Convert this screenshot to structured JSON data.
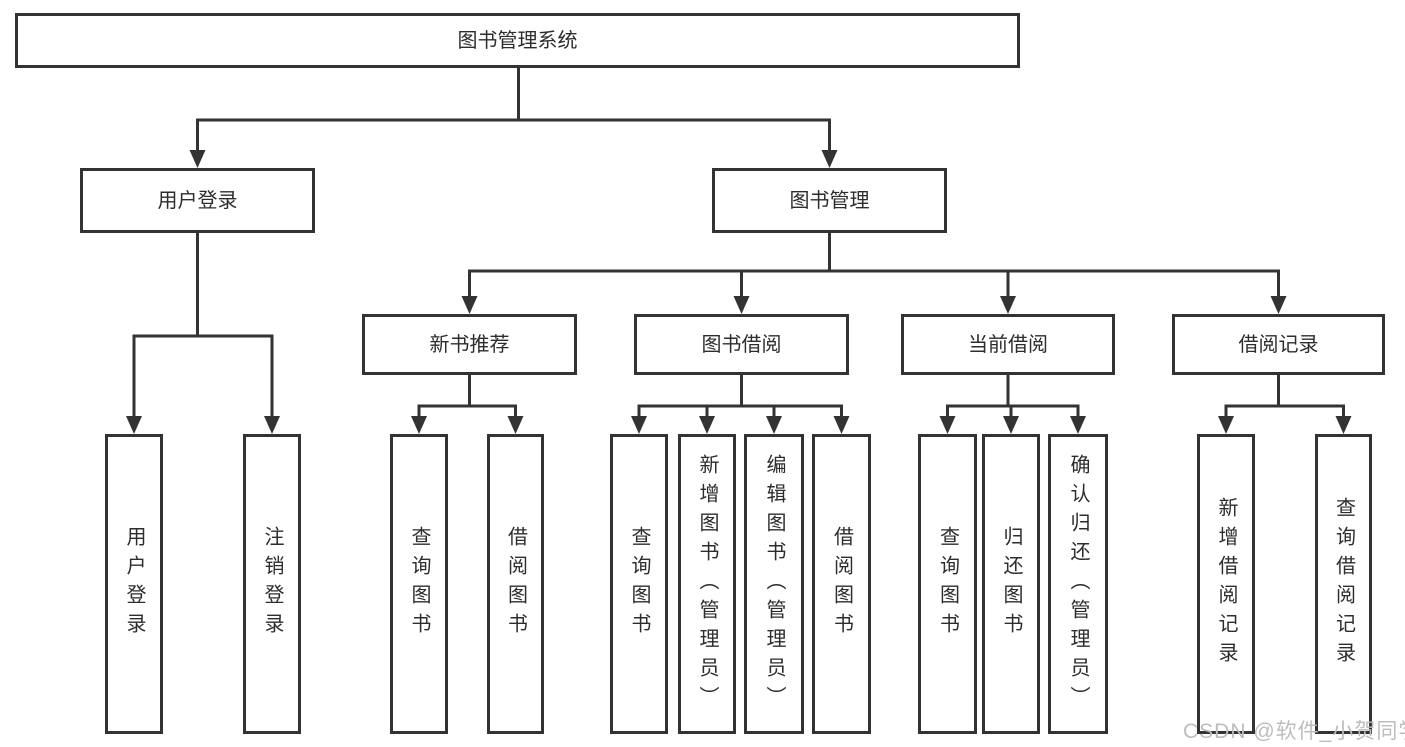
{
  "diagram": {
    "root": "图书管理系统",
    "groups": [
      {
        "label": "用户登录",
        "children": [
          "用户登录",
          "注销登录"
        ]
      },
      {
        "label": "图书管理",
        "subgroups": [
          {
            "label": "新书推荐",
            "children": [
              "查询图书",
              "借阅图书"
            ]
          },
          {
            "label": "图书借阅",
            "children": [
              "查询图书",
              "新增图书（管理员）",
              "编辑图书（管理员）",
              "借阅图书"
            ]
          },
          {
            "label": "当前借阅",
            "children": [
              "查询图书",
              "归还图书",
              "确认归还（管理员）"
            ]
          },
          {
            "label": "借阅记录",
            "children": [
              "新增借阅记录",
              "查询借阅记录"
            ]
          }
        ]
      }
    ]
  },
  "watermark": {
    "text": "CSDN @软件_小贺同学"
  },
  "colors": {
    "line": "#333333",
    "box_border": "#333333",
    "text": "#2d2d2d",
    "background": "#ffffff",
    "watermark": "#bdbdbd"
  }
}
